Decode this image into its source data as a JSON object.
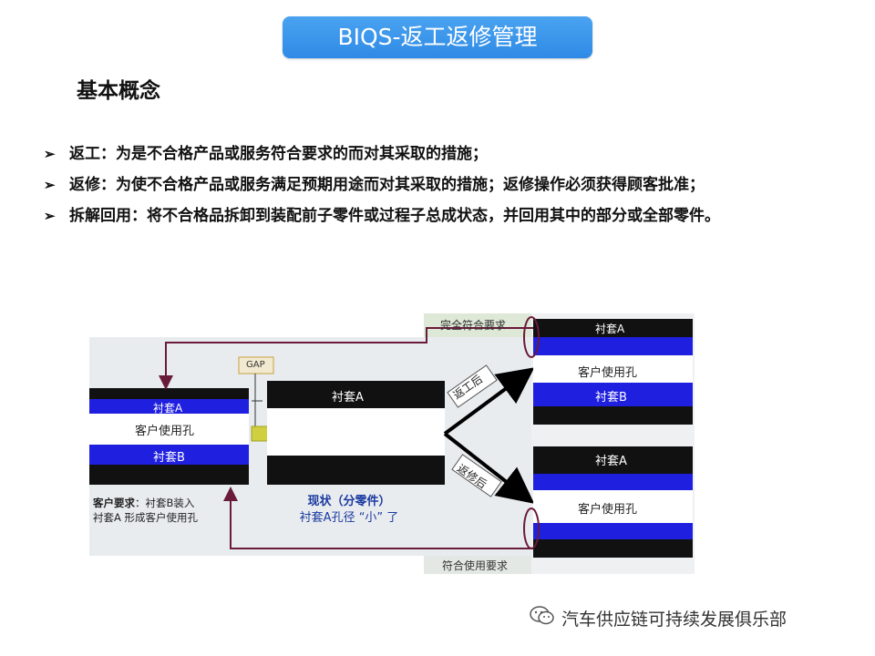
{
  "header": {
    "title": "BIQS-返工返修管理"
  },
  "section_title": "基本概念",
  "bullets": [
    {
      "text": "返工：为是不合格产品或服务符合要求的而对其采取的措施；"
    },
    {
      "text": "返修：为使不合格产品或服务满足预期用途而对其采取的措施；返修操作必须获得顾客批准；"
    },
    {
      "text": "拆解回用：将不合格品拆卸到装配前子零件或过程子总成状态，并回用其中的部分或全部零件。"
    }
  ],
  "diagram": {
    "left_part": {
      "bushing_a": "衬套A",
      "customer_hole": "客户使用孔",
      "bushing_b": "衬套B"
    },
    "gap_label": "GAP",
    "middle_part": {
      "bushing_a": "衬套A"
    },
    "customer_requirement": {
      "label": "客户要求",
      "text": "：衬套B装入",
      "text2": "衬套A 形成客户使用孔"
    },
    "status": {
      "title": "现状（分零件）",
      "text": "衬套A孔径 “小” 了"
    },
    "rework_label": "返工后",
    "repair_label": "返修后",
    "top_result": {
      "tag": "完全符合要求",
      "bushing_a": "衬套A",
      "customer_hole": "客户使用孔",
      "bushing_b": "衬套B"
    },
    "bottom_result": {
      "tag": "符合使用要求",
      "bushing_a": "衬套A",
      "customer_hole": "客户使用孔"
    },
    "colors": {
      "blue": "#1f1fe0",
      "black": "#111111",
      "arrow": "#cfcf40"
    }
  },
  "watermark": {
    "text": "汽车供应链可持续发展俱乐部",
    "icon": "wechat-icon"
  }
}
